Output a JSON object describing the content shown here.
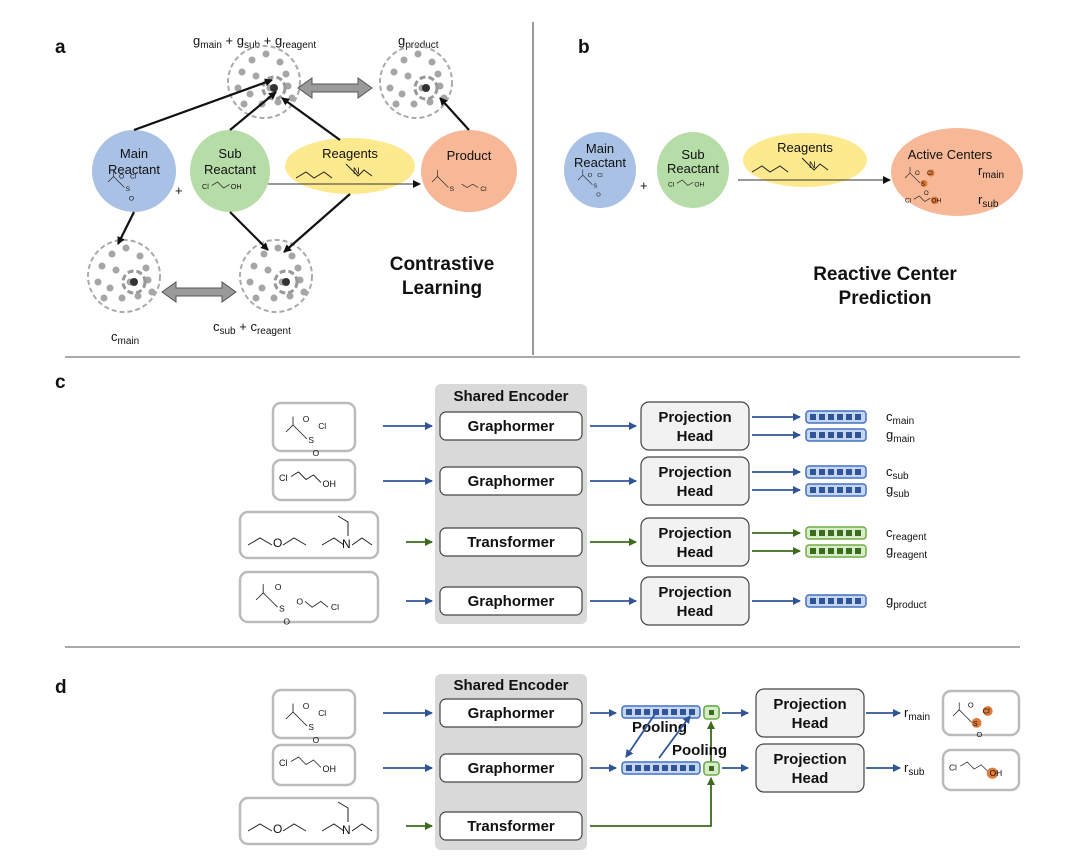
{
  "panels": {
    "a": {
      "letter": "a",
      "cluster_labels": {
        "joint_g": "g",
        "joint_g_main": "main",
        "joint_g_sub": "sub",
        "joint_g_reagent": "reagent",
        "g_product": "g",
        "g_product_sub": "product",
        "c_main": "c",
        "c_main_sub": "main",
        "c_sub": "c",
        "c_sub_sub": "sub",
        "c_reagent": "c",
        "c_reagent_sub": "reagent",
        "plus": "+"
      },
      "main_reactant": [
        "Main",
        "Reactant"
      ],
      "sub_reactant": [
        "Sub",
        "Reactant"
      ],
      "reagents": "Reagents",
      "product": "Product",
      "title": [
        "Contrastive",
        "Learning"
      ]
    },
    "b": {
      "letter": "b",
      "main_reactant": [
        "Main",
        "Reactant"
      ],
      "sub_reactant": [
        "Sub",
        "Reactant"
      ],
      "reagents": "Reagents",
      "active_centers": "Active Centers",
      "r_main": "r",
      "r_main_sub": "main",
      "r_sub": "r",
      "r_sub_sub": "sub",
      "title": [
        "Reactive Center",
        "Prediction"
      ]
    },
    "c": {
      "letter": "c",
      "encoder_title": "Shared Encoder",
      "rows": [
        {
          "encoder": "Graphormer",
          "head": [
            "Projection",
            "Head"
          ],
          "outputs": [
            {
              "sym": "c",
              "sub": "main"
            },
            {
              "sym": "g",
              "sub": "main"
            }
          ]
        },
        {
          "encoder": "Graphormer",
          "head": [
            "Projection",
            "Head"
          ],
          "outputs": [
            {
              "sym": "c",
              "sub": "sub"
            },
            {
              "sym": "g",
              "sub": "sub"
            }
          ]
        },
        {
          "encoder": "Transformer",
          "head": [
            "Projection",
            "Head"
          ],
          "outputs": [
            {
              "sym": "c",
              "sub": "reagent"
            },
            {
              "sym": "g",
              "sub": "reagent"
            }
          ]
        },
        {
          "encoder": "Graphormer",
          "head": [
            "Projection",
            "Head"
          ],
          "outputs": [
            {
              "sym": "g",
              "sub": "product"
            }
          ]
        }
      ]
    },
    "d": {
      "letter": "d",
      "encoder_title": "Shared Encoder",
      "encoders": [
        "Graphormer",
        "Graphormer",
        "Transformer"
      ],
      "pooling": "Pooling",
      "heads": [
        [
          "Projection",
          "Head"
        ],
        [
          "Projection",
          "Head"
        ]
      ],
      "outputs": [
        {
          "sym": "r",
          "sub": "main"
        },
        {
          "sym": "r",
          "sub": "sub"
        }
      ]
    }
  },
  "atoms": {
    "S": "S",
    "O": "O",
    "Cl": "Cl",
    "OH": "OH",
    "N": "N",
    "H": "H"
  },
  "colors": {
    "main_reactant": "#a9c1e5",
    "sub_reactant": "#b6dca7",
    "reagents": "#fde98e",
    "product": "#f6b896",
    "encoder_bg": "#d9d9d9",
    "graph_arrow": "#2f5597",
    "text_arrow": "#3d6b1e",
    "vector_blue": "#4472c4",
    "vector_green": "#70ad47",
    "highlight": "#e07b39"
  },
  "icons": [
    "double-arrow-icon",
    "embedding-vector-icon",
    "cluster-icon"
  ]
}
